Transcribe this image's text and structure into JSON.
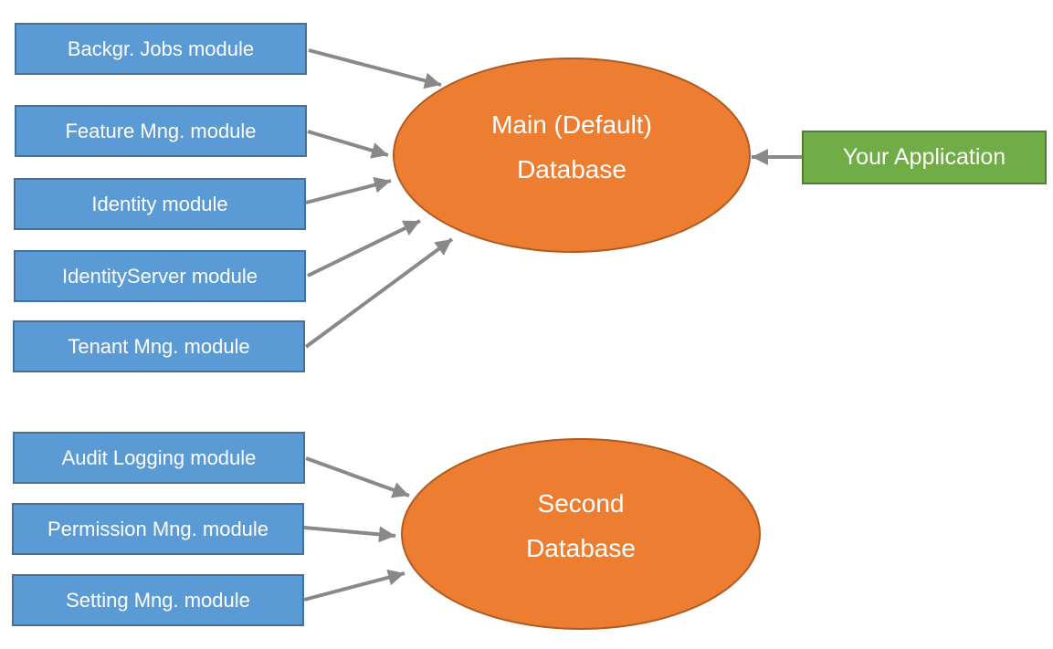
{
  "diagram": {
    "colors": {
      "module_fill": "#5B9BD5",
      "module_border": "#41719C",
      "database_fill": "#ED7D31",
      "database_border": "#AE5A21",
      "application_fill": "#70AD47",
      "application_border": "#507E32",
      "arrow": "#898989",
      "text": "#FFFFFF",
      "background": "#FFFFFF"
    },
    "main_group": {
      "modules": [
        {
          "label": "Backgr. Jobs module"
        },
        {
          "label": "Feature Mng. module"
        },
        {
          "label": "Identity module"
        },
        {
          "label": "IdentityServer module"
        },
        {
          "label": "Tenant Mng. module"
        }
      ],
      "database": {
        "label": "Main (Default) Database",
        "lines": [
          "Main (Default)",
          "Database"
        ]
      }
    },
    "second_group": {
      "modules": [
        {
          "label": "Audit Logging module"
        },
        {
          "label": "Permission Mng. module"
        },
        {
          "label": "Setting Mng. module"
        }
      ],
      "database": {
        "label": "Second Database",
        "lines": [
          "Second",
          "Database"
        ]
      }
    },
    "application": {
      "label": "Your Application"
    },
    "connections": [
      {
        "from": "Backgr. Jobs module",
        "to": "Main (Default) Database"
      },
      {
        "from": "Feature Mng. module",
        "to": "Main (Default) Database"
      },
      {
        "from": "Identity module",
        "to": "Main (Default) Database"
      },
      {
        "from": "IdentityServer module",
        "to": "Main (Default) Database"
      },
      {
        "from": "Tenant Mng. module",
        "to": "Main (Default) Database"
      },
      {
        "from": "Your Application",
        "to": "Main (Default) Database"
      },
      {
        "from": "Audit Logging module",
        "to": "Second Database"
      },
      {
        "from": "Permission Mng. module",
        "to": "Second Database"
      },
      {
        "from": "Setting Mng. module",
        "to": "Second Database"
      }
    ]
  }
}
